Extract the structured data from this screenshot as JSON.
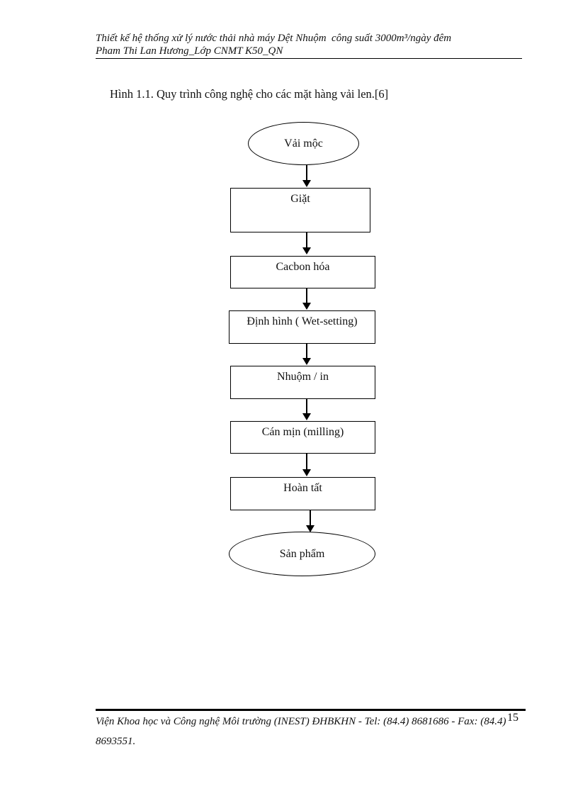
{
  "page": {
    "header": {
      "line1": "Thiết kế hệ thống xử lý nước thải nhà máy Dệt Nhuộm  công suất 3000m³/ngày đêm",
      "line2": "Pham Thi Lan Hương_Lớp CNMT K50_QN"
    },
    "caption": "Hình 1.1. Quy trình công nghệ cho các mặt hàng vải len.[6]",
    "flowchart": {
      "nodes": [
        {
          "id": "vai-moc",
          "shape": "ellipse",
          "label": "Vải mộc"
        },
        {
          "id": "giat",
          "shape": "rect",
          "label": "Giặt"
        },
        {
          "id": "cacbon-hoa",
          "shape": "rect",
          "label": "Cacbon hóa"
        },
        {
          "id": "dinh-hinh",
          "shape": "rect",
          "label": "Định hình ( Wet-setting)"
        },
        {
          "id": "nhuom-in",
          "shape": "rect",
          "label": "Nhuộm / in"
        },
        {
          "id": "can-min",
          "shape": "rect",
          "label": "Cán mịn (milling)"
        },
        {
          "id": "hoan-tat",
          "shape": "rect",
          "label": "Hoàn tất"
        },
        {
          "id": "san-pham",
          "shape": "ellipse",
          "label": "Sản phẩm"
        }
      ],
      "flow": "Vải mộc → Giặt → Cacbon hóa → Định hình ( Wet-setting) → Nhuộm / in → Cán mịn (milling) → Hoàn tất → Sản phẩm"
    },
    "footer": {
      "line1": "Viện Khoa học và Công nghệ Môi trường (INEST) ĐHBKHN - Tel: (84.4) 8681686 - Fax: (84.4)",
      "line2": "8693551.",
      "page_number": "15"
    },
    "colors": {
      "ink": "#111111",
      "line": "#000000",
      "background": "#ffffff"
    }
  }
}
